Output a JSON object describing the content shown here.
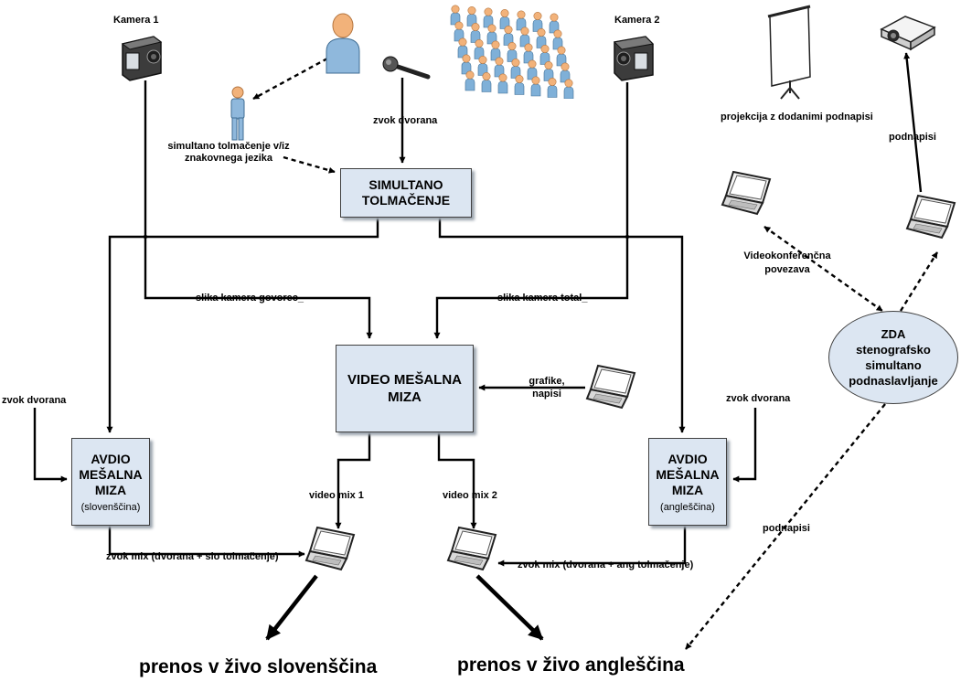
{
  "colors": {
    "box_fill": "#dce6f2",
    "box_border": "#404040",
    "line": "#000000",
    "icon_blue": "#8fb8dc",
    "person_skin": "#f2b27a",
    "crowd_shirt": "#7fb0d8"
  },
  "icons": [
    "camera-icon",
    "person-icon",
    "microphone-icon",
    "audience-icon",
    "projection-screen-icon",
    "projector-icon",
    "laptop-icon"
  ],
  "cameras": {
    "cam1": "Kamera 1",
    "cam2": "Kamera 2"
  },
  "labels": {
    "sign_interp": "simultano tolmačenje v/iz znakovnega jezika",
    "zvok_top": "zvok dvorana",
    "zvok_left": "zvok dvorana",
    "zvok_right": "zvok dvorana",
    "slika_govorec": "slika kamera govorec_",
    "slika_total": "slika kamera total_",
    "grafike": "grafike,\nnapisi",
    "video_mix_1": "video mix 1",
    "video_mix_2": "video mix 2",
    "zvok_mix_slo": "zvok mix (dvorana + slo tolmačenje)",
    "zvok_mix_ang": "zvok mix (dvorana + ang tolmačenje)",
    "projekcija": "projekcija z dodanimi podnapisi",
    "podnapisi_top": "podnapisi",
    "videokonf": "Videokonferenčna\npovezava",
    "podnapisi_bottom": "podnapisi"
  },
  "boxes": {
    "simultano": {
      "title": "SIMULTANO\nTOLMAČENJE"
    },
    "video": {
      "title": "VIDEO MEŠALNA\nMIZA"
    },
    "audio_slo": {
      "title": "AVDIO\nMEŠALNA\nMIZA",
      "sub": "(slovenščina)"
    },
    "audio_ang": {
      "title": "AVDIO\nMEŠALNA\nMIZA",
      "sub": "(angleščina)"
    },
    "zda": {
      "title": "ZDA\nstenografsko\nsimultano\npodnaslavljanje"
    }
  },
  "outputs": {
    "slo": "prenos v živo slovenščina",
    "ang": "prenos v živo angleščina"
  }
}
